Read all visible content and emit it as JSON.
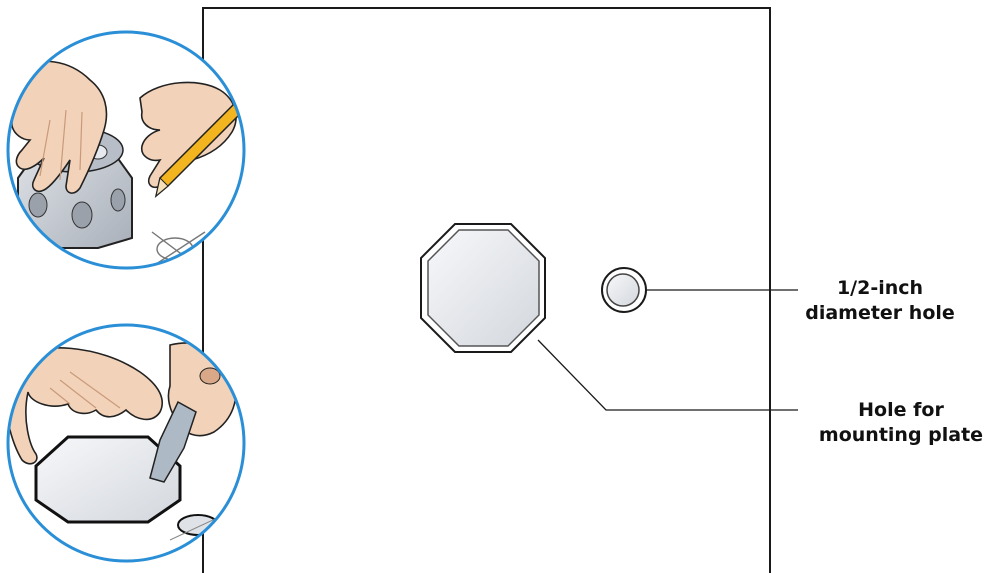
{
  "callouts": {
    "half_inch_hole": {
      "line1": "1/2-inch",
      "line2": "diameter hole"
    },
    "mounting_plate_hole": {
      "line1": "Hole for",
      "line2": "mounting plate"
    }
  },
  "colors": {
    "outline": "#1a1a1a",
    "circle_border": "#2a8fd6",
    "skin": "#f2d2b8",
    "skin_shadow": "#d9a888",
    "box_metal": "#c9ced6",
    "pencil": "#f2b51f",
    "hole_fill": "#e9ebee"
  }
}
